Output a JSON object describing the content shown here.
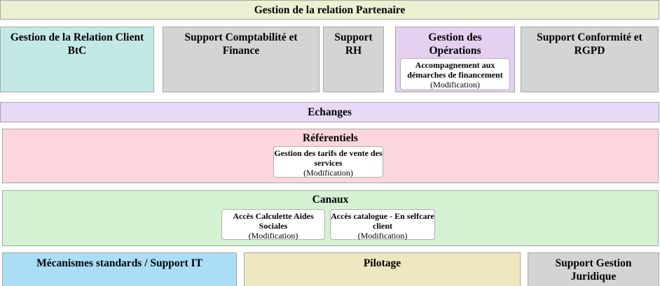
{
  "header": {
    "title": "Gestion de la relation Partenaire",
    "color": "#edf0d1"
  },
  "capabilities": [
    {
      "label": "Gestion de la Relation Client\nBtC",
      "color": "#c4e8e6"
    },
    {
      "label": "Support Comptabilité et\nFinance",
      "color": "#d4d4d4"
    },
    {
      "label": "Support\nRH",
      "color": "#d4d4d4"
    },
    {
      "label": "Gestion des\nOpérations",
      "color": "#e6d0f2",
      "children": [
        {
          "title": "Accompagnement aux\ndémarches de financement",
          "tag": "(Modification)"
        }
      ]
    },
    {
      "label": "Support Conformité et\nRGPD",
      "color": "#d4d4d4"
    }
  ],
  "sections": [
    {
      "label": "Echanges",
      "color": "#e7d9f7",
      "children": []
    },
    {
      "label": "Référentiels",
      "color": "#fcd6dd",
      "children": [
        {
          "title": "Gestion des tarifs de vente des\nservices",
          "tag": "(Modification)"
        }
      ]
    },
    {
      "label": "Canaux",
      "color": "#d5f2d3",
      "children": [
        {
          "title": "Accès Calculette Aides\nSociales",
          "tag": "(Modification)"
        },
        {
          "title": "Accès catalogue - En selfcare\nclient",
          "tag": "(Modification)"
        }
      ]
    }
  ],
  "footer": [
    {
      "label": "Mécanismes standards / Support IT",
      "color": "#a9def6"
    },
    {
      "label": "Pilotage",
      "color": "#eee7c0"
    },
    {
      "label": "Support Gestion\nJuridique",
      "color": "#d4d4d4"
    }
  ]
}
